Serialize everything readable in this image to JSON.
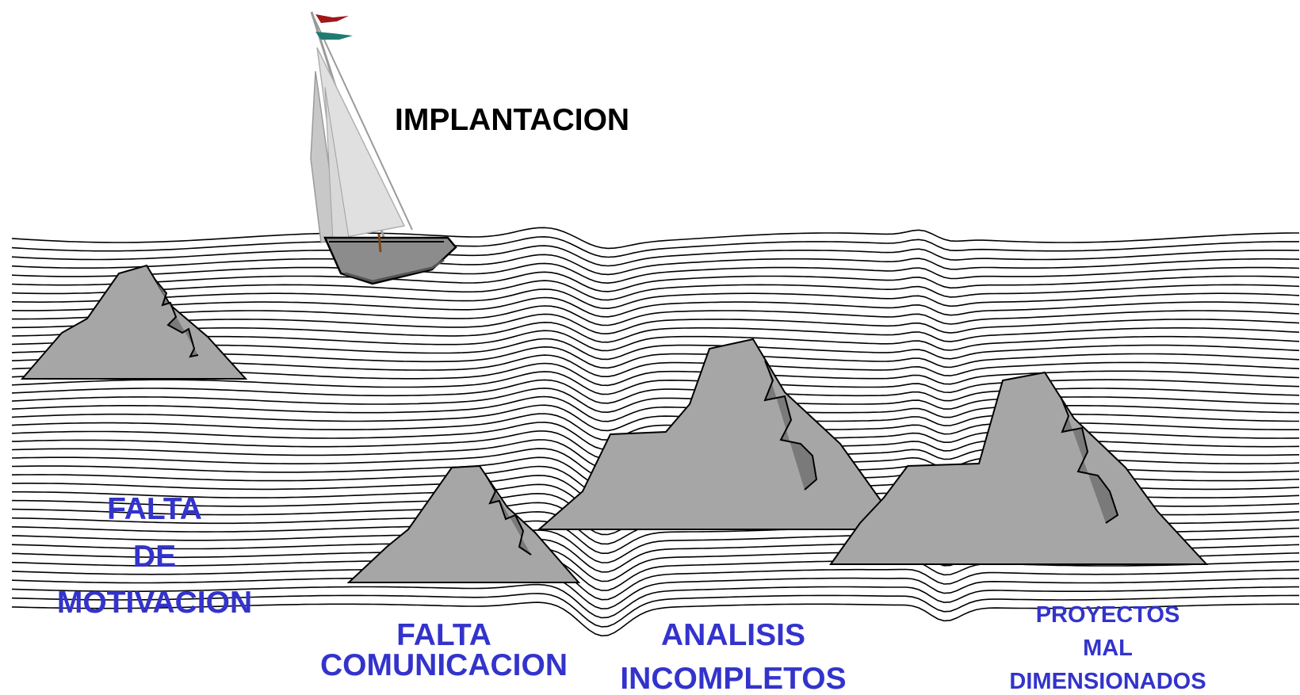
{
  "title": "IMPLANTACION",
  "obstacles": [
    {
      "id": "motivacion",
      "lines": [
        "FALTA",
        "DE",
        "MOTIVACION"
      ]
    },
    {
      "id": "comunicacion",
      "lines": [
        "FALTA",
        "COMUNICACION"
      ]
    },
    {
      "id": "analisis",
      "lines": [
        "ANALISIS",
        "INCOMPLETOS"
      ]
    },
    {
      "id": "proyectos",
      "lines": [
        "PROYECTOS",
        "MAL",
        "DIMENSIONADOS"
      ]
    }
  ],
  "colors": {
    "label_blue": "#3333cc",
    "rock_fill": "#a6a6a6",
    "rock_crack": "#7a7a7a",
    "sea_lines": "#000000",
    "flag_red": "#a01818",
    "flag_teal": "#1f7a72"
  },
  "icons": [
    "sailboat-icon",
    "iceberg-icon"
  ]
}
